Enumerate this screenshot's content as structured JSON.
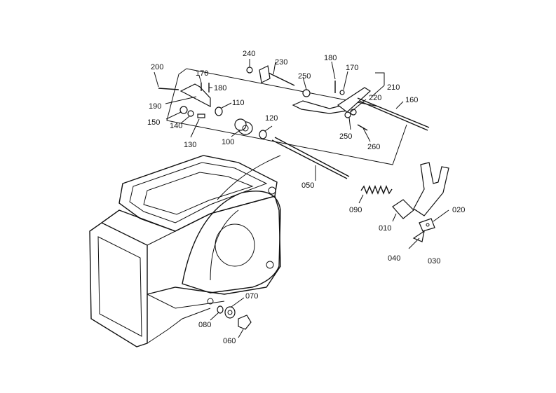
{
  "diagram": {
    "labels": {
      "p200": "200",
      "p170a": "170",
      "p180a": "180",
      "p190": "190",
      "p110": "110",
      "p150": "150",
      "p140": "140",
      "p130": "130",
      "p100": "100",
      "p240": "240",
      "p230": "230",
      "p250a": "250",
      "p180b": "180",
      "p170b": "170",
      "p210": "210",
      "p220": "220",
      "p160": "160",
      "p250b": "250",
      "p260": "260",
      "p120": "120",
      "p050": "050",
      "p090": "090",
      "p010": "010",
      "p020": "020",
      "p040": "040",
      "p030": "030",
      "p070": "070",
      "p080": "080",
      "p060": "060"
    }
  }
}
